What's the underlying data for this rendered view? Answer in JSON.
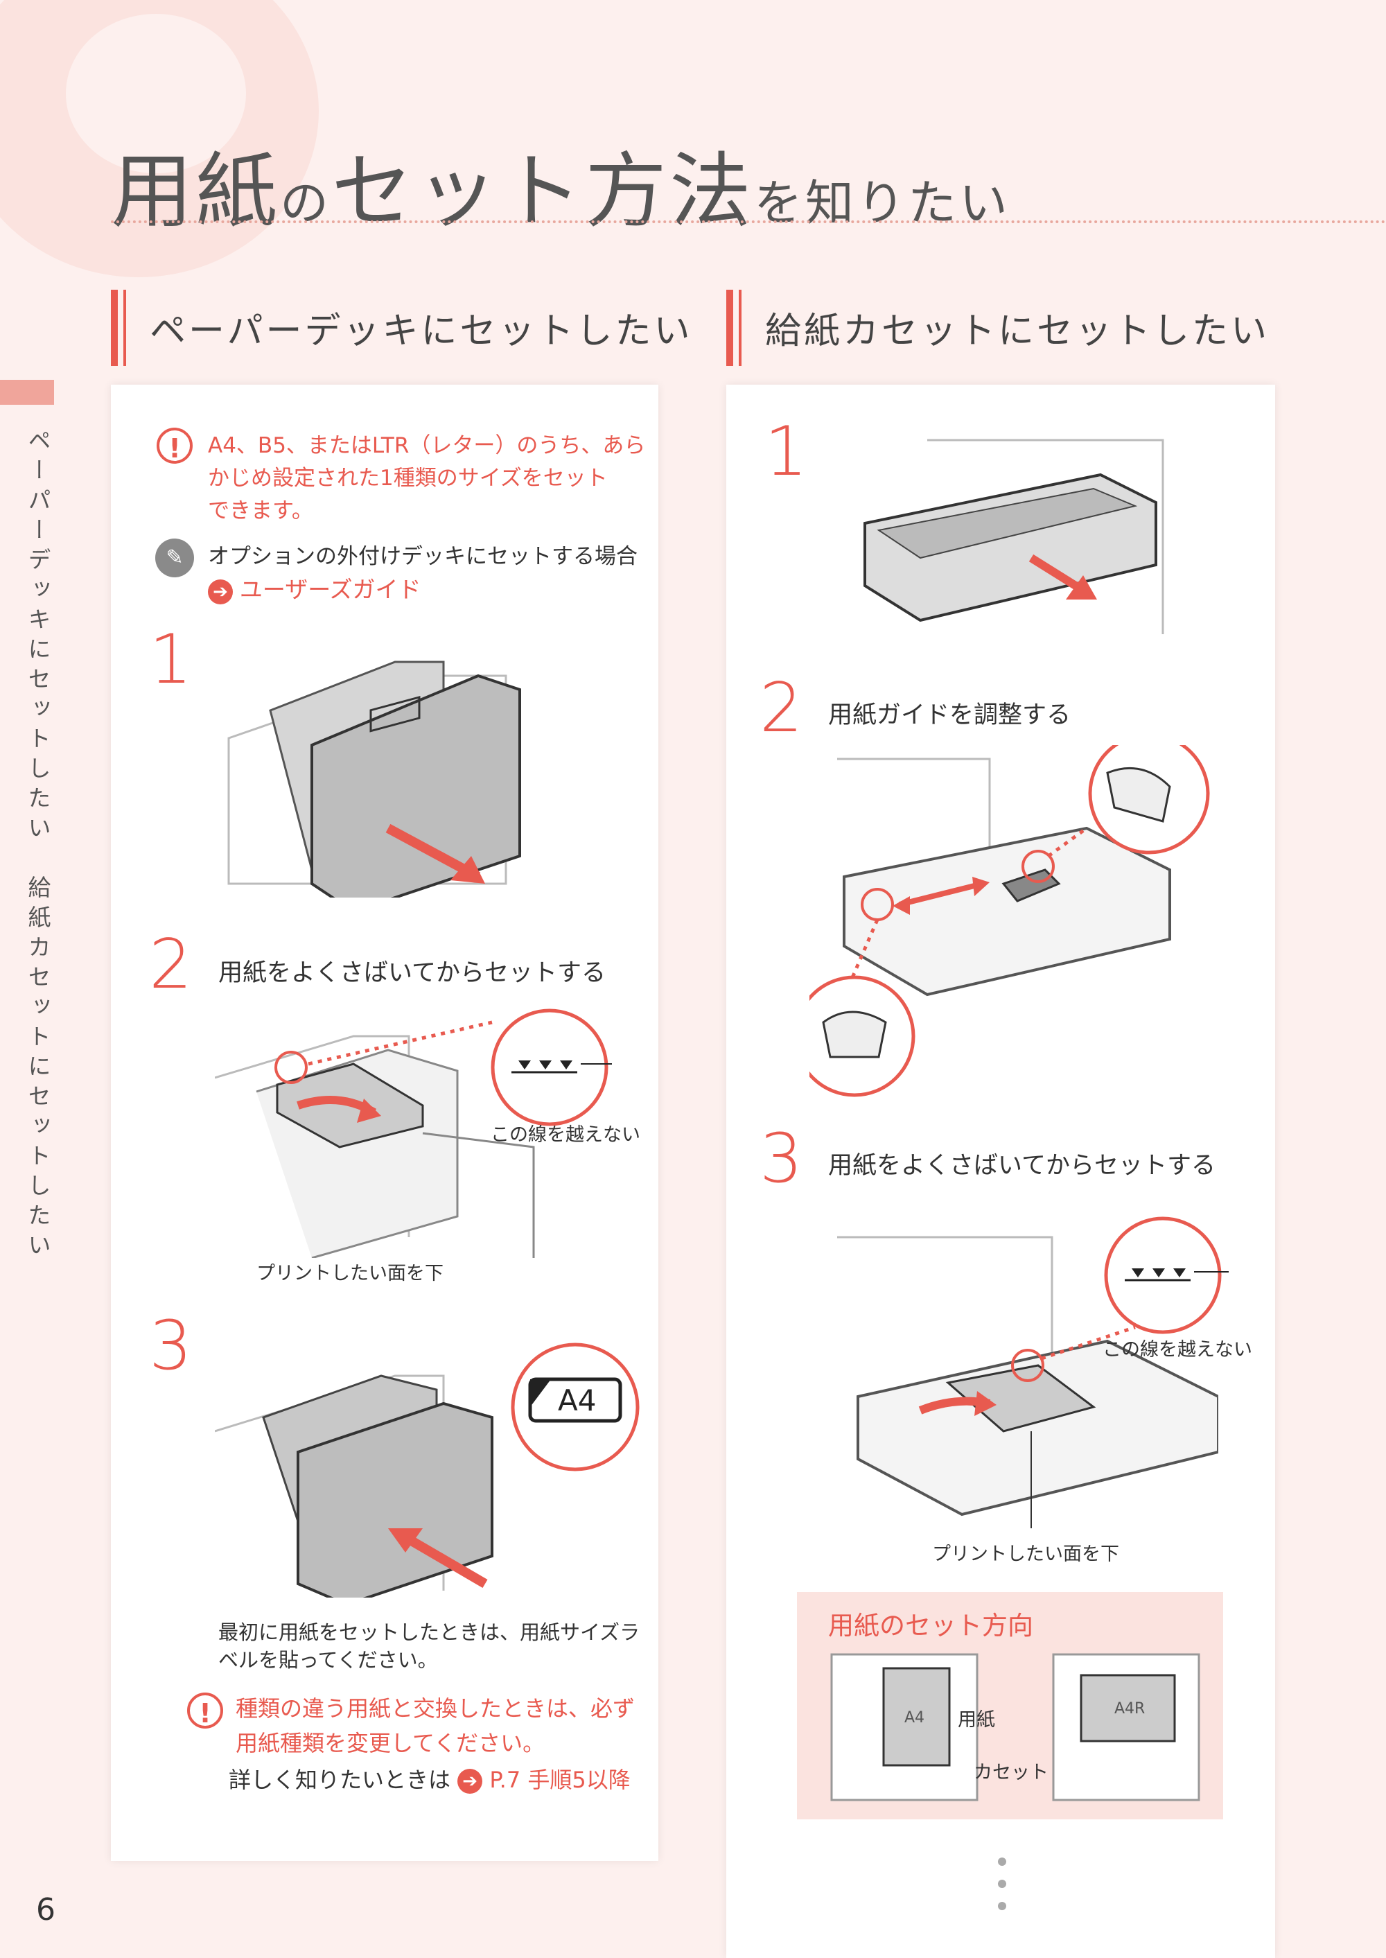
{
  "page": {
    "title_parts": [
      "用紙",
      "の",
      "セット方法",
      "を知りたい"
    ],
    "page_number": "6",
    "side_label": "ペーパーデッキにセットしたい　給紙カセットにセットしたい"
  },
  "left": {
    "heading": "ペーパーデッキにセットしたい",
    "warning_lines": [
      "A4、B5、またはLTR（レター）のうち、あら",
      "かじめ設定された1種類のサイズをセット",
      "できます。"
    ],
    "option_note": "オプションの外付けデッキにセットする場合",
    "option_link": "ユーザーズガイド",
    "steps": [
      {
        "num": "1",
        "text": ""
      },
      {
        "num": "2",
        "text": "用紙をよくさばいてからセットする"
      },
      {
        "num": "3",
        "text": ""
      }
    ],
    "step2_line_caption": "この線を越えない",
    "step2_face_caption": "プリントしたい面を下",
    "step3_label": "A4",
    "step3_note_lines": [
      "最初に用紙をセットしたときは、用紙サイズラ",
      "ベルを貼ってください。"
    ],
    "step3_warning_lines": [
      "種類の違う用紙と交換したときは、必ず",
      "用紙種類を変更してください。"
    ],
    "detail_prefix": "詳しく知りたいときは",
    "detail_link": "P.7  手順5以降"
  },
  "right": {
    "heading": "給紙カセットにセットしたい",
    "steps": [
      {
        "num": "1",
        "text": ""
      },
      {
        "num": "2",
        "text": "用紙ガイドを調整する"
      },
      {
        "num": "3",
        "text": "用紙をよくさばいてからセットする"
      }
    ],
    "step3_line_caption": "この線を越えない",
    "step3_face_caption": "プリントしたい面を下",
    "direction_box": {
      "title": "用紙のセット方向",
      "portrait_label": "A4",
      "landscape_label": "A4R",
      "paper_caption": "用紙",
      "cassette_caption": "カセット"
    }
  },
  "colors": {
    "accent": "#e85a4f",
    "background": "#fdf0ee",
    "panel": "#ffffff"
  }
}
